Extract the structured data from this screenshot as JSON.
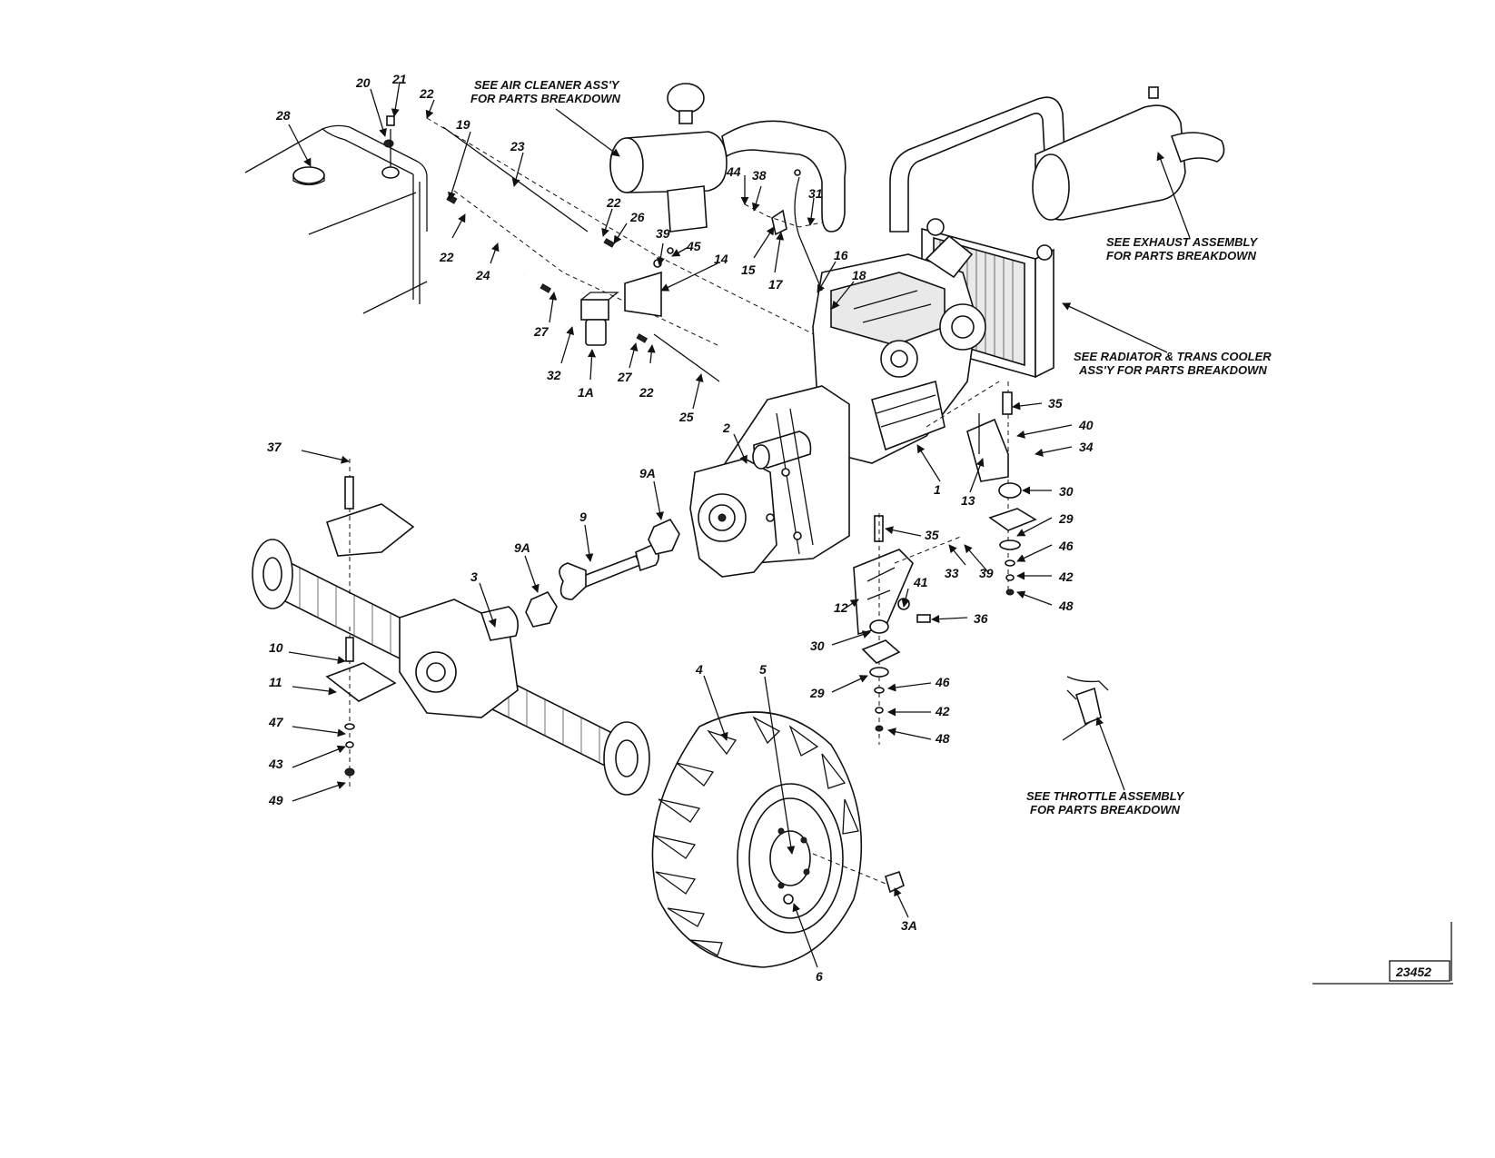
{
  "notes": {
    "air_cleaner": [
      "SEE AIR CLEANER ASS'Y",
      "FOR PARTS BREAKDOWN"
    ],
    "exhaust": [
      "SEE EXHAUST ASSEMBLY",
      "FOR PARTS BREAKDOWN"
    ],
    "radiator": [
      "SEE RADIATOR & TRANS COOLER",
      "ASS'Y FOR PARTS BREAKDOWN"
    ],
    "throttle": [
      "SEE THROTTLE ASSEMBLY",
      "FOR PARTS BREAKDOWN"
    ]
  },
  "drawing_number": "23452",
  "callouts": [
    "28",
    "20",
    "21",
    "22",
    "19",
    "23",
    "22",
    "26",
    "22",
    "24",
    "27",
    "32",
    "1A",
    "27",
    "22",
    "25",
    "39",
    "45",
    "14",
    "44",
    "38",
    "31",
    "15",
    "17",
    "16",
    "18",
    "35",
    "40",
    "34",
    "13",
    "30",
    "29",
    "46",
    "42",
    "48",
    "2",
    "1",
    "9A",
    "9",
    "9A",
    "3",
    "37",
    "10",
    "11",
    "47",
    "43",
    "49",
    "4",
    "5",
    "35",
    "33",
    "39",
    "41",
    "12",
    "36",
    "30",
    "29",
    "46",
    "42",
    "48",
    "3A",
    "6"
  ]
}
